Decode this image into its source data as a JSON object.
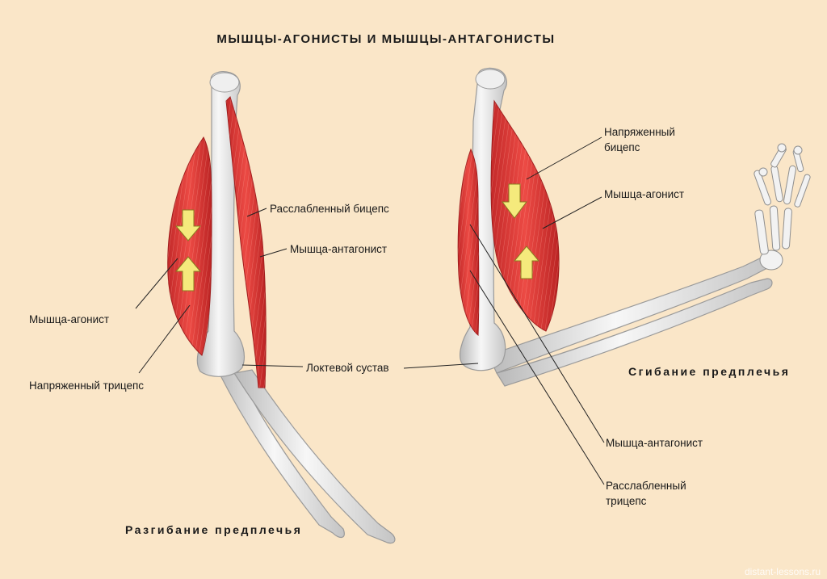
{
  "title": "МЫШЦЫ-АГОНИСТЫ И МЫШЦЫ-АНТАГОНИСТЫ",
  "left": {
    "caption": "Разгибание предплечья",
    "relaxed_biceps": "Расслабленный бицепс",
    "antagonist": "Мышца-антагонист",
    "agonist": "Мышца-агонист",
    "tense_triceps": "Напряженный трицепс"
  },
  "elbow_joint": "Локтевой сустав",
  "right": {
    "caption": "Сгибание предплечья",
    "tense_biceps_1": "Напряженный",
    "tense_biceps_2": "бицепс",
    "agonist": "Мышца-агонист",
    "antagonist": "Мышца-антагонист",
    "relaxed_triceps_1": "Расслабленный",
    "relaxed_triceps_2": "трицепс"
  },
  "watermark": "distant-lessons.ru",
  "colors": {
    "background": "#fae6c8",
    "muscle": "#e23a36",
    "bone": "#ebebeb",
    "arrow": "#f5ea7c"
  }
}
